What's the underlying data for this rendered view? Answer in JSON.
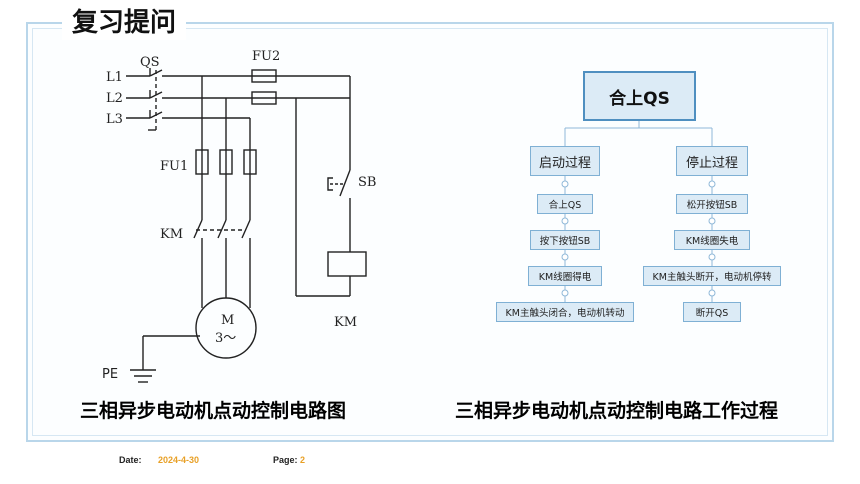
{
  "title": "复习提问",
  "circuit": {
    "labels": {
      "qs": "QS",
      "l1": "L1",
      "l2": "L2",
      "l3": "L3",
      "fu1": "FU1",
      "fu2": "FU2",
      "km_main": "KM",
      "sb": "SB",
      "km_coil": "KM",
      "motor_m": "M",
      "motor_phase": "3～",
      "pe": "PE"
    },
    "caption": "三相异步电动机点动控制电路图"
  },
  "process": {
    "root": "合上QS",
    "start": {
      "label": "启动过程",
      "steps": [
        "合上QS",
        "按下按钮SB",
        "KM线圈得电",
        "KM主触头闭合，电动机转动"
      ]
    },
    "stop": {
      "label": "停止过程",
      "steps": [
        "松开按钮SB",
        "KM线圈失电",
        "KM主触头断开，电动机停转",
        "断开QS"
      ]
    },
    "caption": "三相异步电动机点动控制电路工作过程"
  },
  "footer": {
    "date_label": "Date:",
    "date_value": "2024-4-30",
    "page_label": "Page:",
    "page_value": "2"
  },
  "colors": {
    "frame": "#b9d6ea",
    "node_fill": "#dcebf6",
    "node_border": "#6fa6cf",
    "footer_accent": "#e8a026"
  }
}
